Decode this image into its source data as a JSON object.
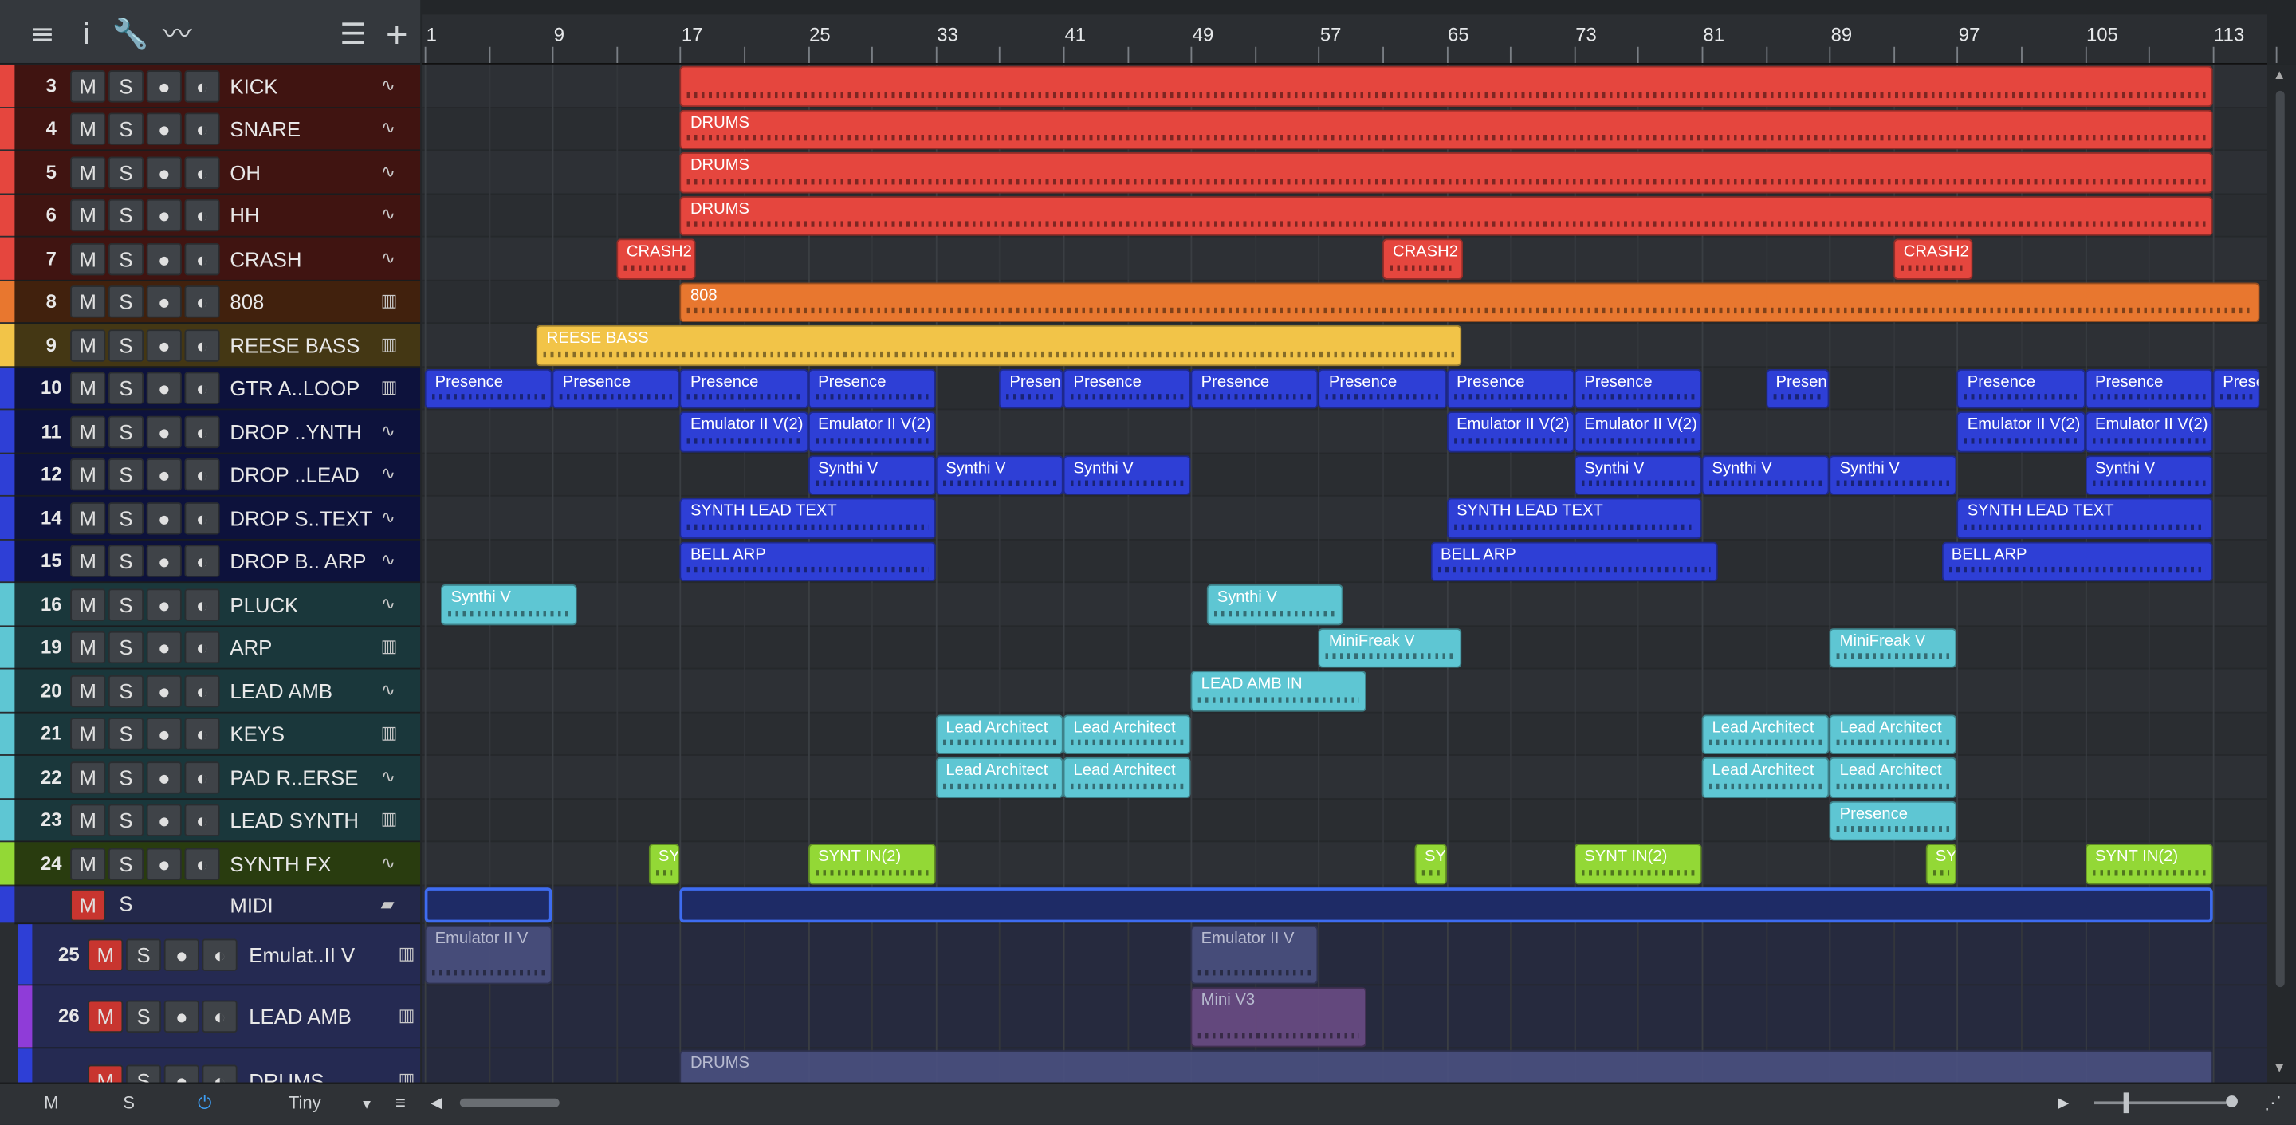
{
  "toolbar": {
    "icons": [
      "menu-icon",
      "info-icon",
      "wrench-icon",
      "automation-icon",
      "list-icon",
      "plus-icon"
    ]
  },
  "ruler": {
    "marks": [
      "1",
      "9",
      "17",
      "25",
      "33",
      "41",
      "49",
      "57",
      "65",
      "73",
      "81",
      "89",
      "97",
      "105",
      "113"
    ]
  },
  "tracks": [
    {
      "num": "3",
      "name": "KICK",
      "color": "#e5463e",
      "type": "audio"
    },
    {
      "num": "4",
      "name": "SNARE",
      "color": "#e5463e",
      "type": "audio"
    },
    {
      "num": "5",
      "name": "OH",
      "color": "#e5463e",
      "type": "audio"
    },
    {
      "num": "6",
      "name": "HH",
      "color": "#e5463e",
      "type": "audio"
    },
    {
      "num": "7",
      "name": "CRASH",
      "color": "#e5463e",
      "type": "audio"
    },
    {
      "num": "8",
      "name": "808",
      "color": "#e8772f",
      "type": "instrument"
    },
    {
      "num": "9",
      "name": "REESE BASS",
      "color": "#f2c448",
      "type": "instrument"
    },
    {
      "num": "10",
      "name": "GTR A..LOOP",
      "color": "#2e3fd6",
      "type": "instrument"
    },
    {
      "num": "11",
      "name": "DROP ..YNTH",
      "color": "#2e3fd6",
      "type": "audio"
    },
    {
      "num": "12",
      "name": "DROP ..LEAD",
      "color": "#2e3fd6",
      "type": "audio"
    },
    {
      "num": "14",
      "name": "DROP S..TEXT",
      "color": "#2e3fd6",
      "type": "audio"
    },
    {
      "num": "15",
      "name": "DROP B.. ARP",
      "color": "#2e3fd6",
      "type": "audio"
    },
    {
      "num": "16",
      "name": "PLUCK",
      "color": "#5ec6d3",
      "type": "audio"
    },
    {
      "num": "19",
      "name": "ARP",
      "color": "#5ec6d3",
      "type": "instrument"
    },
    {
      "num": "20",
      "name": "LEAD AMB",
      "color": "#5ec6d3",
      "type": "audio"
    },
    {
      "num": "21",
      "name": "KEYS",
      "color": "#5ec6d3",
      "type": "instrument"
    },
    {
      "num": "22",
      "name": "PAD R..ERSE",
      "color": "#5ec6d3",
      "type": "audio"
    },
    {
      "num": "23",
      "name": "LEAD SYNTH",
      "color": "#5ec6d3",
      "type": "instrument"
    },
    {
      "num": "24",
      "name": "SYNTH FX",
      "color": "#93d836",
      "type": "audio"
    }
  ],
  "folder": {
    "name": "MIDI"
  },
  "midi_tracks": [
    {
      "num": "25",
      "name": "Emulat..II V",
      "color": "#2e3fd6"
    },
    {
      "num": "26",
      "name": "LEAD AMB",
      "color": "#8f3cd8"
    },
    {
      "num": "",
      "name": "DRUMS",
      "color": "#2e3fd6"
    }
  ],
  "buttons": {
    "mute": "M",
    "solo": "S"
  },
  "clips": [
    {
      "lane": 0,
      "bar": 17,
      "len": 96,
      "label": "",
      "color": "#e5463e"
    },
    {
      "lane": 1,
      "bar": 17,
      "len": 96,
      "label": "DRUMS",
      "color": "#e5463e"
    },
    {
      "lane": 2,
      "bar": 17,
      "len": 96,
      "label": "DRUMS",
      "color": "#e5463e"
    },
    {
      "lane": 3,
      "bar": 17,
      "len": 96,
      "label": "DRUMS",
      "color": "#e5463e"
    },
    {
      "lane": 4,
      "bar": 13,
      "len": 5,
      "label": "CRASH2",
      "color": "#e5463e"
    },
    {
      "lane": 4,
      "bar": 61,
      "len": 5,
      "label": "CRASH2",
      "color": "#e5463e"
    },
    {
      "lane": 4,
      "bar": 93,
      "len": 5,
      "label": "CRASH2",
      "color": "#e5463e"
    },
    {
      "lane": 5,
      "bar": 17,
      "len": 99,
      "label": "808",
      "color": "#e8772f"
    },
    {
      "lane": 6,
      "bar": 8,
      "len": 58,
      "label": "REESE BASS",
      "color": "#f2c448"
    },
    {
      "lane": 7,
      "bar": 1,
      "len": 8,
      "label": "Presence",
      "color": "#2e3fd6"
    },
    {
      "lane": 7,
      "bar": 9,
      "len": 8,
      "label": "Presence",
      "color": "#2e3fd6"
    },
    {
      "lane": 7,
      "bar": 17,
      "len": 8,
      "label": "Presence",
      "color": "#2e3fd6"
    },
    {
      "lane": 7,
      "bar": 25,
      "len": 8,
      "label": "Presence",
      "color": "#2e3fd6"
    },
    {
      "lane": 7,
      "bar": 37,
      "len": 4,
      "label": "Presen",
      "color": "#2e3fd6"
    },
    {
      "lane": 7,
      "bar": 41,
      "len": 8,
      "label": "Presence",
      "color": "#2e3fd6"
    },
    {
      "lane": 7,
      "bar": 49,
      "len": 8,
      "label": "Presence",
      "color": "#2e3fd6"
    },
    {
      "lane": 7,
      "bar": 57,
      "len": 8,
      "label": "Presence",
      "color": "#2e3fd6"
    },
    {
      "lane": 7,
      "bar": 65,
      "len": 8,
      "label": "Presence",
      "color": "#2e3fd6"
    },
    {
      "lane": 7,
      "bar": 73,
      "len": 8,
      "label": "Presence",
      "color": "#2e3fd6"
    },
    {
      "lane": 7,
      "bar": 85,
      "len": 4,
      "label": "Presen",
      "color": "#2e3fd6"
    },
    {
      "lane": 7,
      "bar": 97,
      "len": 8,
      "label": "Presence",
      "color": "#2e3fd6"
    },
    {
      "lane": 7,
      "bar": 105,
      "len": 8,
      "label": "Presence",
      "color": "#2e3fd6"
    },
    {
      "lane": 7,
      "bar": 113,
      "len": 3,
      "label": "Preser",
      "color": "#2e3fd6"
    },
    {
      "lane": 8,
      "bar": 17,
      "len": 8,
      "label": "Emulator II V(2)",
      "color": "#2e3fd6"
    },
    {
      "lane": 8,
      "bar": 25,
      "len": 8,
      "label": "Emulator II V(2)",
      "color": "#2e3fd6"
    },
    {
      "lane": 8,
      "bar": 65,
      "len": 8,
      "label": "Emulator II V(2)",
      "color": "#2e3fd6"
    },
    {
      "lane": 8,
      "bar": 73,
      "len": 8,
      "label": "Emulator II V(2)",
      "color": "#2e3fd6"
    },
    {
      "lane": 8,
      "bar": 97,
      "len": 8,
      "label": "Emulator II V(2)",
      "color": "#2e3fd6"
    },
    {
      "lane": 8,
      "bar": 105,
      "len": 8,
      "label": "Emulator II V(2)",
      "color": "#2e3fd6"
    },
    {
      "lane": 9,
      "bar": 25,
      "len": 8,
      "label": "Synthi V",
      "color": "#2e3fd6"
    },
    {
      "lane": 9,
      "bar": 33,
      "len": 8,
      "label": "Synthi V",
      "color": "#2e3fd6"
    },
    {
      "lane": 9,
      "bar": 41,
      "len": 8,
      "label": "Synthi V",
      "color": "#2e3fd6"
    },
    {
      "lane": 9,
      "bar": 73,
      "len": 8,
      "label": "Synthi V",
      "color": "#2e3fd6"
    },
    {
      "lane": 9,
      "bar": 81,
      "len": 8,
      "label": "Synthi V",
      "color": "#2e3fd6"
    },
    {
      "lane": 9,
      "bar": 89,
      "len": 8,
      "label": "Synthi V",
      "color": "#2e3fd6"
    },
    {
      "lane": 9,
      "bar": 105,
      "len": 8,
      "label": "Synthi V",
      "color": "#2e3fd6"
    },
    {
      "lane": 10,
      "bar": 17,
      "len": 16,
      "label": "SYNTH LEAD TEXT",
      "color": "#2e3fd6"
    },
    {
      "lane": 10,
      "bar": 65,
      "len": 16,
      "label": "SYNTH LEAD TEXT",
      "color": "#2e3fd6"
    },
    {
      "lane": 10,
      "bar": 97,
      "len": 16,
      "label": "SYNTH LEAD TEXT",
      "color": "#2e3fd6"
    },
    {
      "lane": 11,
      "bar": 17,
      "len": 16,
      "label": "BELL ARP",
      "color": "#2e3fd6"
    },
    {
      "lane": 11,
      "bar": 64,
      "len": 18,
      "label": "BELL ARP",
      "color": "#2e3fd6"
    },
    {
      "lane": 11,
      "bar": 96,
      "len": 17,
      "label": "BELL ARP",
      "color": "#2e3fd6"
    },
    {
      "lane": 12,
      "bar": 2,
      "len": 8.5,
      "label": "Synthi V",
      "color": "#5ec6d3"
    },
    {
      "lane": 12,
      "bar": 50,
      "len": 8.5,
      "label": "Synthi V",
      "color": "#5ec6d3"
    },
    {
      "lane": 13,
      "bar": 57,
      "len": 9,
      "label": "MiniFreak V",
      "color": "#5ec6d3"
    },
    {
      "lane": 13,
      "bar": 89,
      "len": 8,
      "label": "MiniFreak V",
      "color": "#5ec6d3"
    },
    {
      "lane": 14,
      "bar": 49,
      "len": 11,
      "label": "LEAD AMB IN",
      "color": "#5ec6d3"
    },
    {
      "lane": 15,
      "bar": 33,
      "len": 8,
      "label": "Lead Architect",
      "color": "#5ec6d3"
    },
    {
      "lane": 15,
      "bar": 41,
      "len": 8,
      "label": "Lead Architect",
      "color": "#5ec6d3"
    },
    {
      "lane": 15,
      "bar": 81,
      "len": 8,
      "label": "Lead Architect",
      "color": "#5ec6d3"
    },
    {
      "lane": 15,
      "bar": 89,
      "len": 8,
      "label": "Lead Architect",
      "color": "#5ec6d3"
    },
    {
      "lane": 16,
      "bar": 33,
      "len": 8,
      "label": "Lead Architect",
      "color": "#5ec6d3"
    },
    {
      "lane": 16,
      "bar": 41,
      "len": 8,
      "label": "Lead Architect",
      "color": "#5ec6d3"
    },
    {
      "lane": 16,
      "bar": 81,
      "len": 8,
      "label": "Lead Architect",
      "color": "#5ec6d3"
    },
    {
      "lane": 16,
      "bar": 89,
      "len": 8,
      "label": "Lead Architect",
      "color": "#5ec6d3"
    },
    {
      "lane": 17,
      "bar": 89,
      "len": 8,
      "label": "Presence",
      "color": "#5ec6d3"
    },
    {
      "lane": 18,
      "bar": 15,
      "len": 2,
      "label": "SY",
      "color": "#93d836"
    },
    {
      "lane": 18,
      "bar": 25,
      "len": 8,
      "label": "SYNT IN(2)",
      "color": "#93d836"
    },
    {
      "lane": 18,
      "bar": 63,
      "len": 2,
      "label": "SY",
      "color": "#93d836"
    },
    {
      "lane": 18,
      "bar": 73,
      "len": 8,
      "label": "SYNT IN(2)",
      "color": "#93d836"
    },
    {
      "lane": 18,
      "bar": 95,
      "len": 2,
      "label": "SY",
      "color": "#93d836"
    },
    {
      "lane": 18,
      "bar": 105,
      "len": 8,
      "label": "SYNT IN(2)",
      "color": "#93d836"
    },
    {
      "lane": 19,
      "bar": 1,
      "len": 8,
      "label": "",
      "color": "#1f2f7a"
    },
    {
      "lane": 19,
      "bar": 17,
      "len": 96,
      "label": "",
      "color": "#1f2f7a"
    },
    {
      "lane": 20,
      "bar": 1,
      "len": 8,
      "label": "Emulator II V",
      "color": "#4a5080"
    },
    {
      "lane": 20,
      "bar": 49,
      "len": 8,
      "label": "Emulator II V",
      "color": "#4a5080"
    },
    {
      "lane": 21,
      "bar": 49,
      "len": 11,
      "label": "Mini V3",
      "color": "#6a4c84"
    },
    {
      "lane": 22,
      "bar": 17,
      "len": 96,
      "label": "DRUMS",
      "color": "#4a5080"
    }
  ],
  "bottom": {
    "mute": "M",
    "solo": "S",
    "power": "⏻",
    "size": "Tiny"
  }
}
